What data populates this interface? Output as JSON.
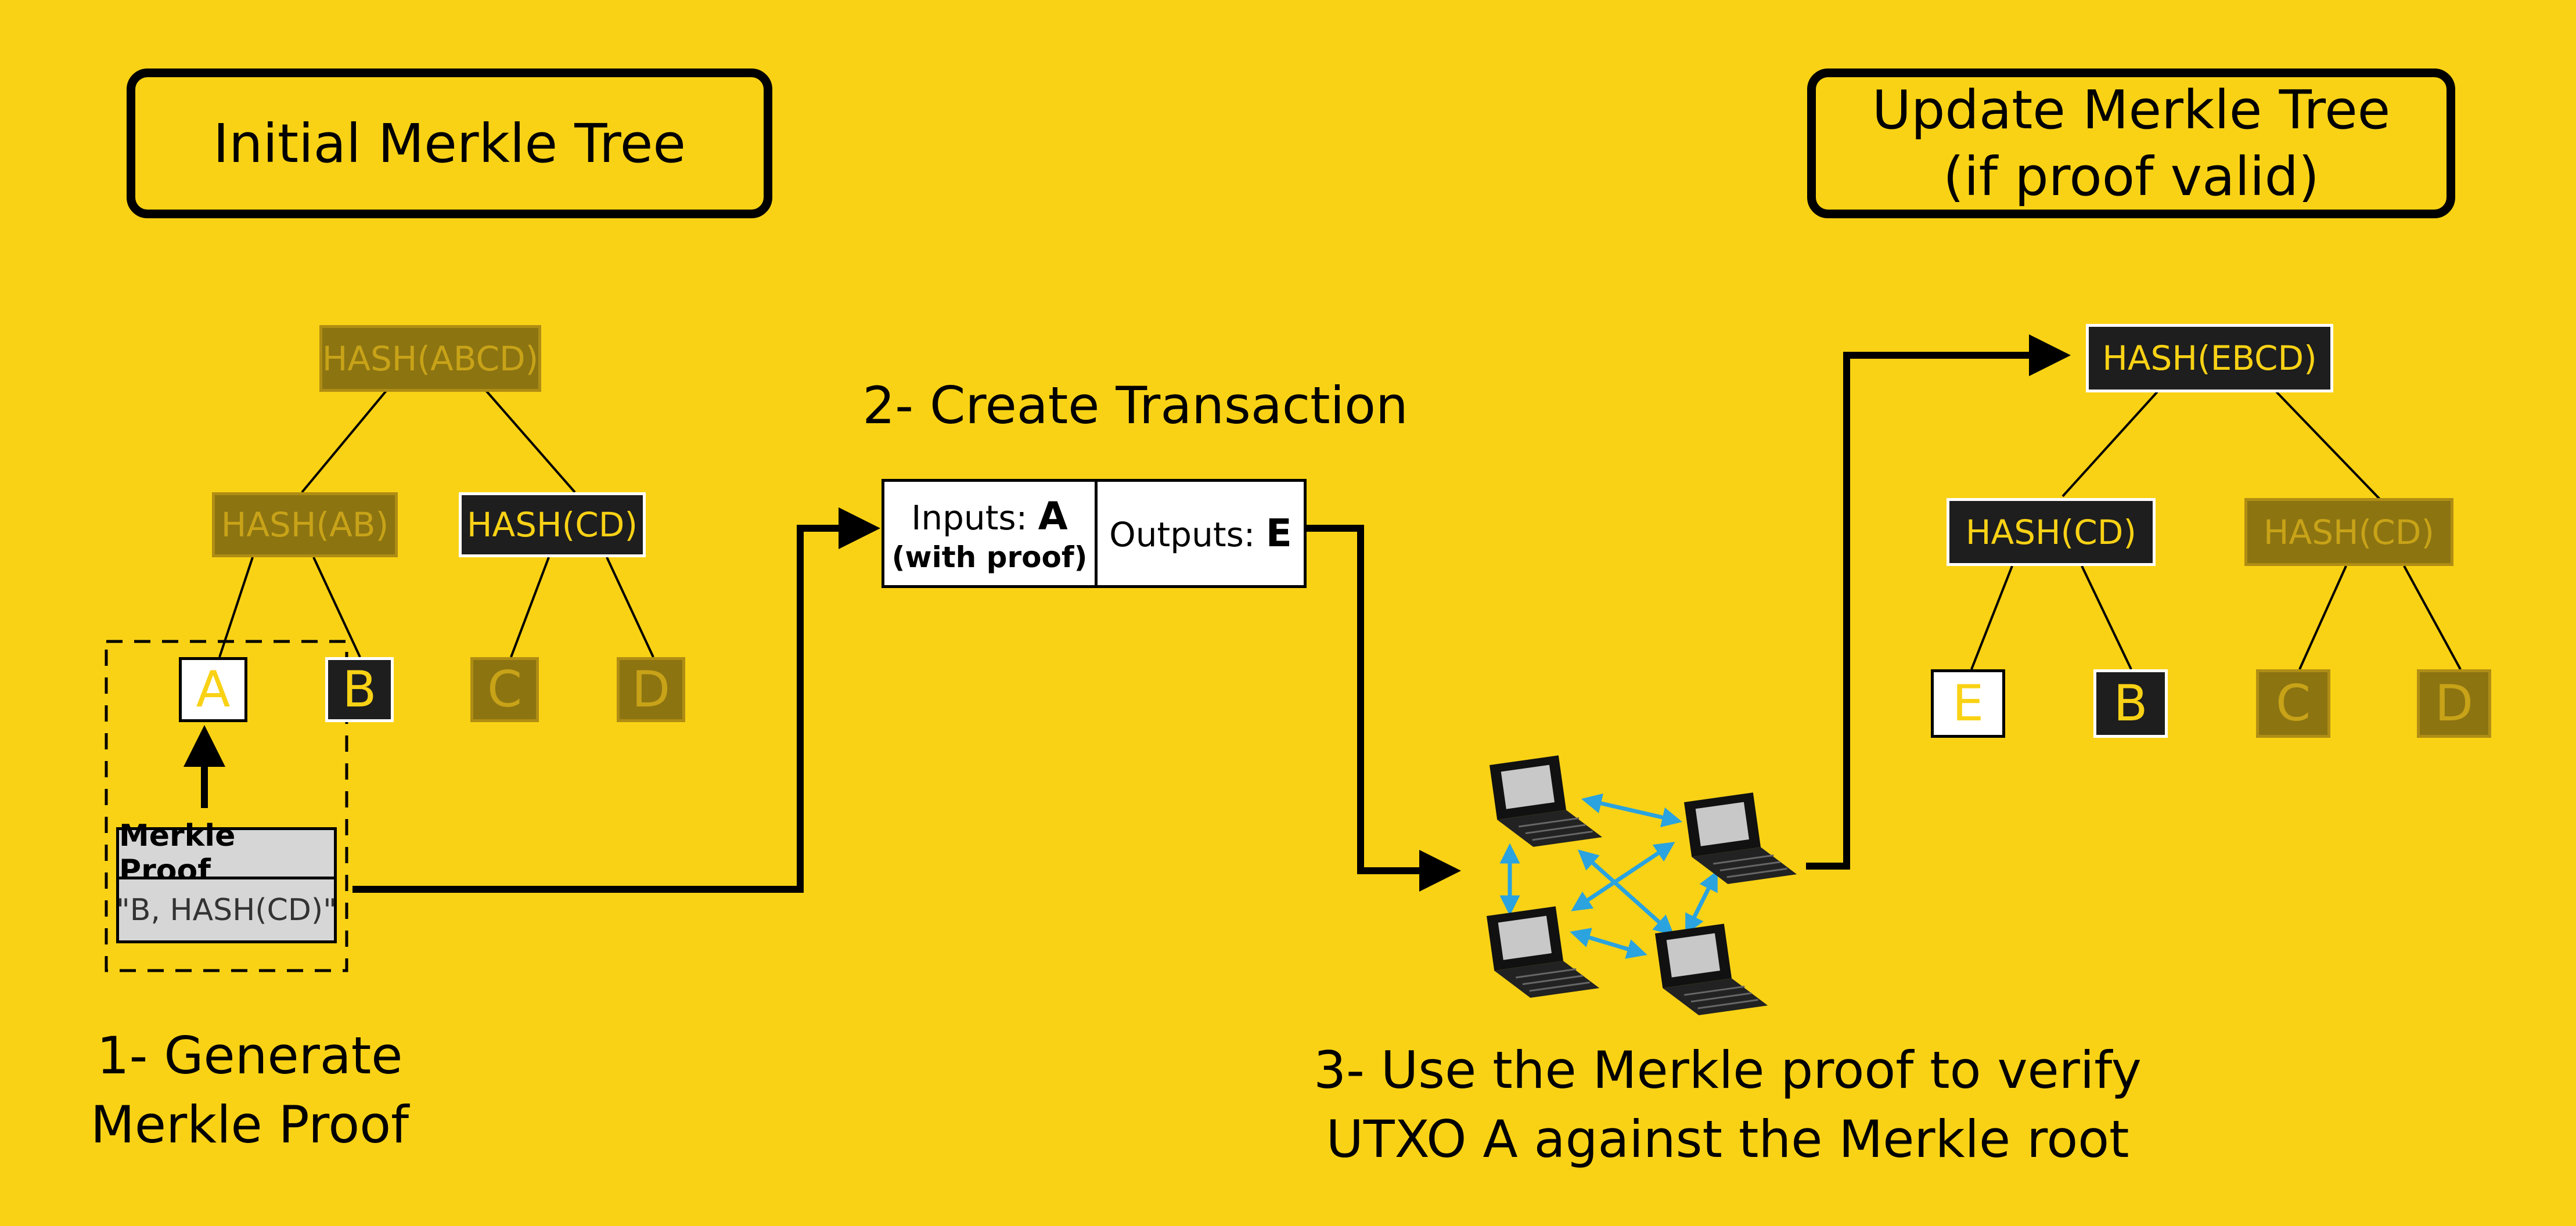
{
  "titles": {
    "initial": "Initial Merkle Tree",
    "update_line1": "Update Merkle Tree",
    "update_line2": "(if proof valid)"
  },
  "initial_tree": {
    "root": "HASH(ABCD)",
    "left": "HASH(AB)",
    "right": "HASH(CD)",
    "leaves": [
      "A",
      "B",
      "C",
      "D"
    ]
  },
  "proof": {
    "header": "Merkle Proof",
    "value": "\"B, HASH(CD)\""
  },
  "transaction": {
    "inputs_label": "Inputs:",
    "inputs_value": "A",
    "inputs_note": "(with proof)",
    "outputs_label": "Outputs:",
    "outputs_value": "E"
  },
  "updated_tree": {
    "root": "HASH(EBCD)",
    "left": "HASH(CD)",
    "right": "HASH(CD)",
    "leaves": [
      "E",
      "B",
      "C",
      "D"
    ]
  },
  "steps": {
    "step1_line1": "1- Generate",
    "step1_line2": "Merkle Proof",
    "step2": "2- Create Transaction",
    "step3_line1": "3- Use the Merkle proof to verify",
    "step3_line2": "UTXO A against the Merkle root"
  },
  "colors": {
    "background": "#f9d215",
    "dark_node": "#1e1e1e",
    "faded_node": "#8c7411",
    "network_arrows": "#2aa3df"
  },
  "icons": [
    "laptop-icon",
    "laptop-icon",
    "laptop-icon",
    "laptop-icon"
  ]
}
